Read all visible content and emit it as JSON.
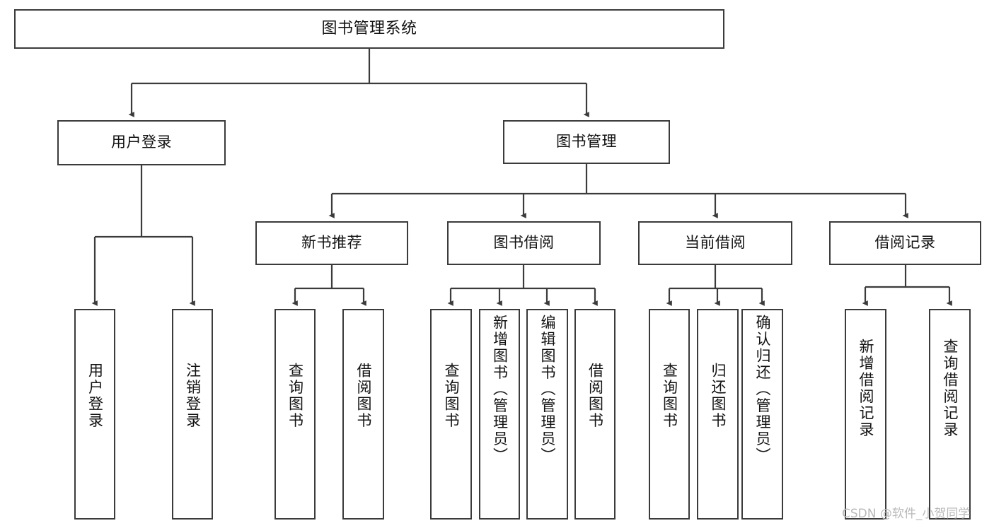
{
  "diagram": {
    "title": "图书管理系统",
    "type": "tree",
    "style": {
      "box_border": "#3b3b3b",
      "box_fill": "#ffffff",
      "line": "#3b3b3b",
      "text": "#111111",
      "background": "#ffffff"
    },
    "nodes": {
      "root": {
        "label": "图书管理系统"
      },
      "level2": [
        {
          "label": "用户登录"
        },
        {
          "label": "图书管理"
        }
      ],
      "level3": [
        {
          "label": "新书推荐"
        },
        {
          "label": "图书借阅"
        },
        {
          "label": "当前借阅"
        },
        {
          "label": "借阅记录"
        }
      ],
      "leaves_user_login": [
        {
          "label": "用户登录"
        },
        {
          "label": "注销登录"
        }
      ],
      "leaves_new_book": [
        {
          "label": "查询图书"
        },
        {
          "label": "借阅图书"
        }
      ],
      "leaves_borrow": [
        {
          "label": "查询图书"
        },
        {
          "label": "新增图书（管理员）"
        },
        {
          "label": "编辑图书（管理员）"
        },
        {
          "label": "借阅图书"
        }
      ],
      "leaves_current": [
        {
          "label": "查询图书"
        },
        {
          "label": "归还图书"
        },
        {
          "label": "确认归还（管理员）"
        }
      ],
      "leaves_records": [
        {
          "label": "新增借阅记录"
        },
        {
          "label": "查询借阅记录"
        }
      ]
    }
  },
  "watermark": {
    "text": "CSDN @软件_小贺同学"
  }
}
